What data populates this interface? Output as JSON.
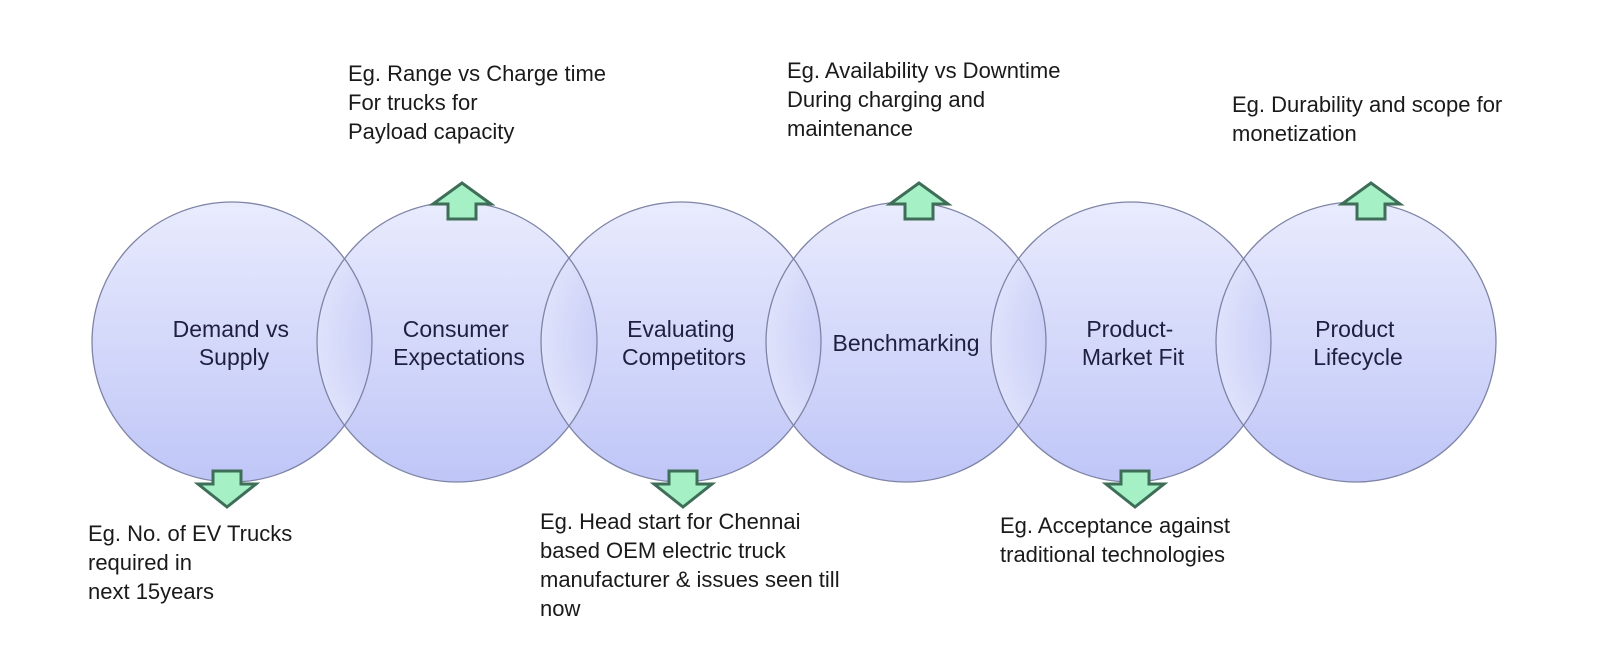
{
  "colors": {
    "circle_top": "#e9ebfd",
    "circle_bottom": "#bfc6f7",
    "overlap_center": "#aab4f3",
    "overlap_edge": "#dfe2fb",
    "circle_stroke": "#7f84a6",
    "arrow_fill": "#a6f0c6",
    "arrow_stroke": "#3e6e58",
    "text": "#1a1a1a"
  },
  "stages": [
    {
      "id": "demand-vs-supply",
      "lines": [
        "Demand vs",
        "Supply"
      ],
      "arrow": "down"
    },
    {
      "id": "consumer-expectations",
      "lines": [
        "Consumer",
        "Expectations"
      ],
      "arrow": "up"
    },
    {
      "id": "evaluating-competitors",
      "lines": [
        "Evaluating",
        "Competitors"
      ],
      "arrow": "down"
    },
    {
      "id": "benchmarking",
      "lines": [
        "Benchmarking"
      ],
      "arrow": "up"
    },
    {
      "id": "product-market-fit",
      "lines": [
        "Product-",
        "Market Fit"
      ],
      "arrow": "down"
    },
    {
      "id": "product-lifecycle",
      "lines": [
        "Product",
        "Lifecycle"
      ],
      "arrow": "up"
    }
  ],
  "notes": {
    "demand": [
      "Eg. No. of EV Trucks",
      "required in",
      "next 15years"
    ],
    "consumer": [
      "Eg. Range vs Charge time",
      "For trucks for",
      "Payload capacity"
    ],
    "competitors": [
      "Eg. Head start for Chennai",
      "based OEM electric truck",
      "manufacturer & issues seen till",
      "now"
    ],
    "benchmarking": [
      "Eg. Availability vs Downtime",
      "During charging and",
      "maintenance"
    ],
    "fit": [
      "Eg. Acceptance against",
      "traditional technologies"
    ],
    "lifecycle": [
      "Eg. Durability and scope for",
      "monetization"
    ]
  }
}
